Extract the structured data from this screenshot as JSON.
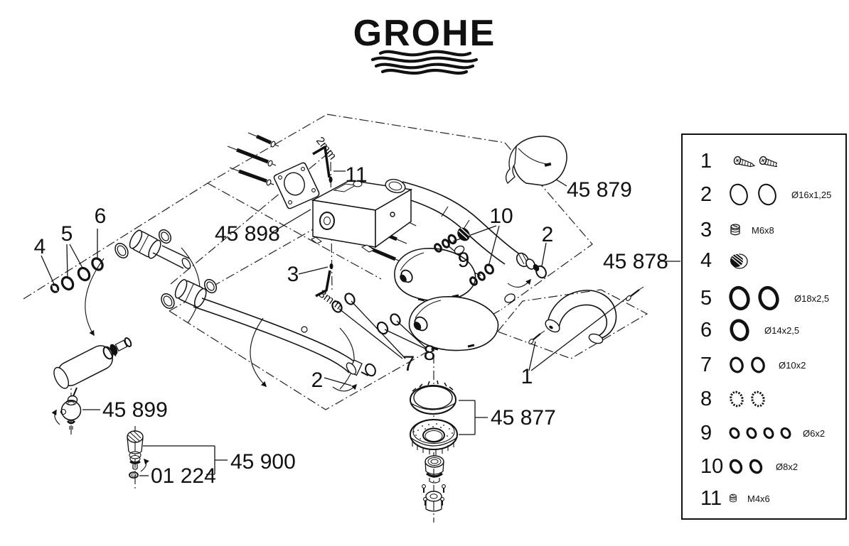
{
  "brand": {
    "logo": "GROHE"
  },
  "labels": {
    "l45898": "45 898",
    "l45879": "45 879",
    "l45878": "45 878",
    "l45899": "45 899",
    "l45900": "45 900",
    "l01224": "01 224",
    "l45877": "45 877"
  },
  "callouts": {
    "c1": "1",
    "c2": "2",
    "c2b": "2",
    "c3": "3",
    "c4": "4",
    "c5": "5",
    "c6": "6",
    "c7": "7",
    "c8": "8",
    "c9": "9",
    "c10": "10",
    "c11": "11"
  },
  "annotations": {
    "hex2": "2mm",
    "hex3": "3mm"
  },
  "colors": {
    "ink": "#111111",
    "paper": "#ffffff"
  },
  "legend": {
    "items": [
      {
        "num": "1",
        "glyph": "screws",
        "spec": ""
      },
      {
        "num": "2",
        "glyph": "oring-large-thin",
        "spec": "Ø16x1,25"
      },
      {
        "num": "3",
        "glyph": "grub",
        "spec": "M6x8"
      },
      {
        "num": "4",
        "glyph": "aerator",
        "spec": ""
      },
      {
        "num": "5",
        "glyph": "oring-large-thick",
        "spec": "Ø18x2,5"
      },
      {
        "num": "6",
        "glyph": "oring-med-thick",
        "spec": "Ø14x2,5"
      },
      {
        "num": "7",
        "glyph": "oring-small",
        "spec": "Ø10x2"
      },
      {
        "num": "8",
        "glyph": "oring-hatched",
        "spec": ""
      },
      {
        "num": "9",
        "glyph": "oring-tiny-4",
        "spec": "Ø6x2"
      },
      {
        "num": "10",
        "glyph": "oring-tiny-2",
        "spec": "Ø8x2"
      },
      {
        "num": "11",
        "glyph": "grub-small",
        "spec": "M4x6"
      }
    ]
  }
}
